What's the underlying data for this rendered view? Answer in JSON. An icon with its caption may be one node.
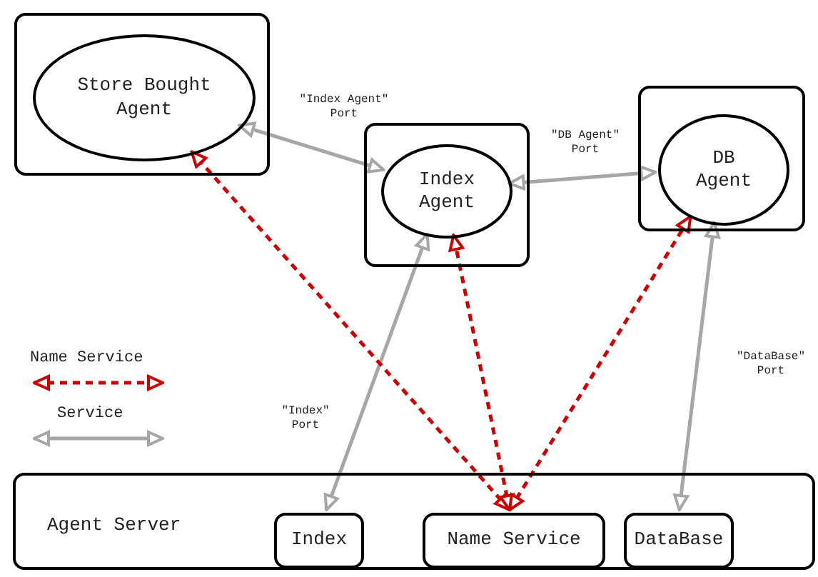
{
  "diagram": {
    "nodes": [
      {
        "text": [],
        "shape": "box"
      },
      {
        "text": [
          "Store Bought Agent"
        ],
        "in": 0
      },
      {
        "text": [],
        "shape": "box"
      },
      {
        "text": [
          "Index Agent"
        ],
        "in": 2
      },
      {
        "text": [],
        "shape": "box"
      },
      {
        "text": [
          "DB Agent"
        ],
        "in": 4
      },
      {
        "text": [
          "Agent Server"
        ]
      },
      {
        "text": [
          "Index"
        ],
        "in": 6
      },
      {
        "text": [
          "Name Service"
        ],
        "in": 6
      },
      {
        "text": [
          "DataBase"
        ],
        "in": 6
      }
    ],
    "edges": [
      {
        "from": 1,
        "to": 3,
        "arrow": "both",
        "label": "\"Index Agent\" Port"
      },
      {
        "from": 3,
        "to": 5,
        "arrow": "both",
        "label": "\"DB Agent\" Port"
      },
      {
        "from": 3,
        "to": 7,
        "arrow": "both",
        "label": "\"Index\" Port"
      },
      {
        "from": 5,
        "to": 9,
        "arrow": "both",
        "label": "\"DataBase\" Port"
      },
      {
        "from": 8,
        "to": 1,
        "arrow": "both",
        "style": "dashed",
        "color": "#cc0000"
      },
      {
        "from": 8,
        "to": 3,
        "arrow": "both",
        "style": "dashed",
        "color": "#cc0000"
      },
      {
        "from": 8,
        "to": 5,
        "arrow": "both",
        "style": "dashed",
        "color": "#cc0000"
      }
    ],
    "legend": [
      {
        "text": "Name Service"
      },
      {
        "text": "Service"
      }
    ]
  }
}
